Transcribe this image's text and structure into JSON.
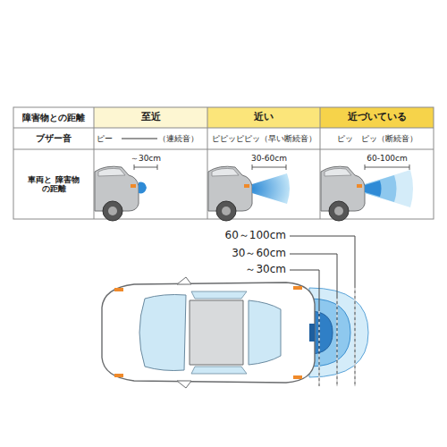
{
  "diagram": {
    "labels": [
      "障害物との距離",
      "至近",
      "近い",
      "近づいている",
      "ブザー音",
      "ピー",
      "（連続音）",
      "ピピッピピッ（早い断続音）",
      "ピッ　ピッ（断続音）",
      "車両と 障害物の距離",
      "～30cm",
      "30-60cm",
      "60-100cm",
      "60～100cm",
      "30～60cm",
      "～30cm"
    ]
  }
}
